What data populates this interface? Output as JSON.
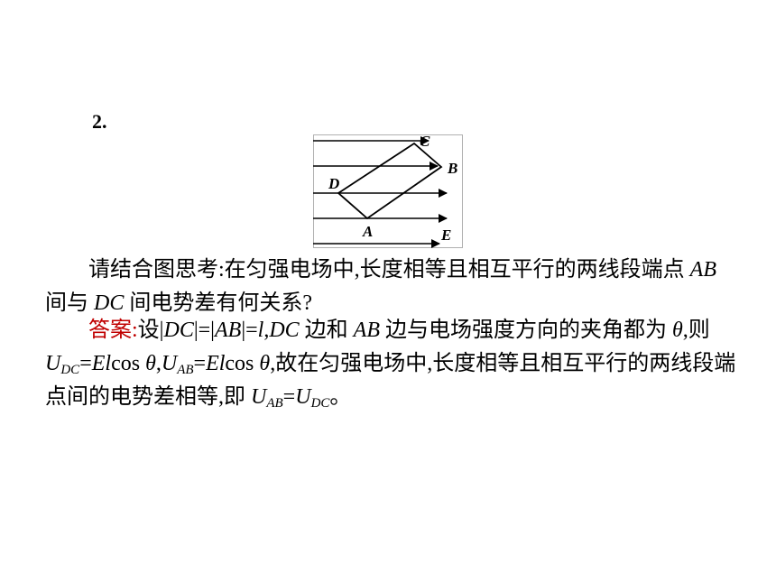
{
  "problem": {
    "number": "2."
  },
  "figure": {
    "labels": {
      "c": "C",
      "b": "B",
      "d": "D",
      "a": "A",
      "e": "E"
    },
    "line_color": "#000000"
  },
  "question": {
    "t1": "请结合图思考:在匀强电场中,长度相等且相互平行的两线段端点 ",
    "ab": "AB",
    "t2": " 间与 ",
    "dc": "DC",
    "t3": " 间电势差有何关系?"
  },
  "answer": {
    "label": "答案:",
    "t1": "设|",
    "dc1": "DC",
    "t2": "|=|",
    "ab1": "AB",
    "t3": "|=",
    "l": "l",
    "t4": ",",
    "dc2": "DC",
    "t5": " 边和 ",
    "ab2": "AB",
    "t6": " 边与电场强度方向的夹角都为 ",
    "theta1": "θ",
    "t7": ",则 ",
    "u1": "U",
    "sub1": "DC",
    "t8": "=",
    "el1": "El",
    "t9": "cos ",
    "theta2": "θ",
    "t10": ",",
    "u2": "U",
    "sub2": "AB",
    "t11": "=",
    "el2": "El",
    "t12": "cos ",
    "theta3": "θ",
    "t13": ",故在匀强电场中,长度相等且相互平行的两线段端点间的电势差相等,即 ",
    "u3": "U",
    "sub3": "AB",
    "t14": "=",
    "u4": "U",
    "sub4": "DC",
    "t15": "。",
    "label_color": "#c00000"
  }
}
